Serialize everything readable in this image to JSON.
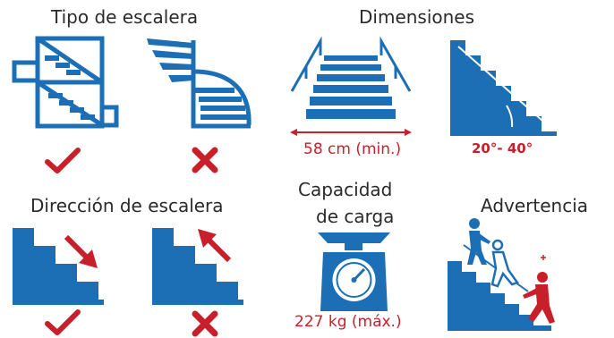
{
  "sections": {
    "tipo": "Tipo de escalera",
    "dimensiones": "Dimensiones",
    "direccion": "Dirección de escalera",
    "capacidad_l1": "Capacidad",
    "capacidad_l2": "de carga",
    "advertencia": "Advertencia"
  },
  "labels": {
    "width": "58 cm (min.)",
    "angle": "20°- 40°",
    "load": "227 kg (máx.)"
  },
  "colors": {
    "blue": "#1c6fb5",
    "red": "#c8202a",
    "text": "#2a2a2a"
  },
  "icons": [
    "straight-stair-icon",
    "spiral-stair-icon",
    "check-icon",
    "x-icon",
    "front-stair-icon",
    "angle-stair-icon",
    "down-stair-icon",
    "up-stair-icon",
    "scale-icon",
    "warning-people-icon"
  ]
}
